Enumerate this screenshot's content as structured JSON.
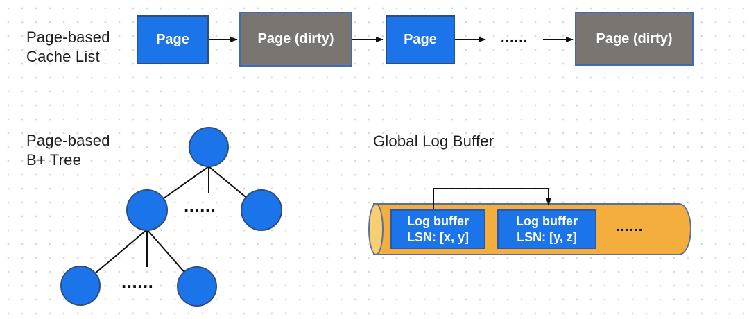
{
  "colors": {
    "node_blue": "#1B74E9",
    "node_blue_border": "#2E4E7E",
    "node_gray": "#7A7570",
    "node_gray_border": "#3E6BB5",
    "log_seg_border": "#2A58AE",
    "cylinder_fill": "#F4AE3D",
    "cylinder_cap_fill": "#F7CF72",
    "cylinder_border": "#5C6F96",
    "connector": "#0F0F0F",
    "label_text": "#1E1E1E",
    "box_text": "#FFFFFF",
    "dot_grid": "#D9D9D9"
  },
  "cache_list": {
    "label_line1": "Page-based",
    "label_line2": "Cache List",
    "nodes": [
      {
        "label": "Page",
        "type": "clean"
      },
      {
        "label": "Page (dirty)",
        "type": "dirty"
      },
      {
        "label": "Page",
        "type": "clean"
      },
      {
        "label": "......",
        "type": "ellipsis"
      },
      {
        "label": "Page (dirty)",
        "type": "dirty"
      }
    ]
  },
  "btree": {
    "label_line1": "Page-based",
    "label_line2": "B+ Tree",
    "ellipsis_middle": "......",
    "ellipsis_bottom": "......"
  },
  "log_buffer": {
    "label": "Global Log Buffer",
    "segments": [
      {
        "line1": "Log buffer",
        "line2": "LSN: [x, y]"
      },
      {
        "line1": "Log buffer",
        "line2": "LSN: [y, z]"
      }
    ],
    "ellipsis": "......"
  }
}
